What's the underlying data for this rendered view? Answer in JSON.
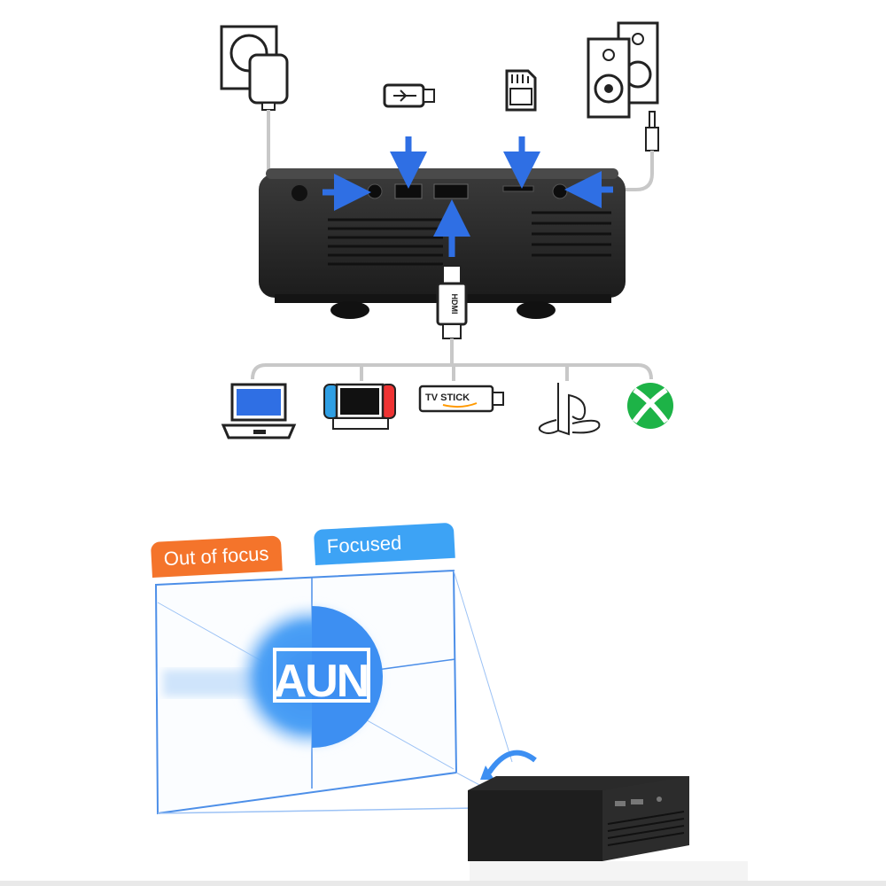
{
  "connections": {
    "hdmi_connector_label": "HDMI",
    "tv_stick_label": "TV STICK",
    "sources": [
      "laptop-icon",
      "nintendo-switch-icon",
      "tv-stick-icon",
      "playstation-icon",
      "xbox-icon"
    ],
    "ports": [
      "power-adapter-icon",
      "usb-drive-icon",
      "sd-card-icon",
      "speakers-icon",
      "hdmi-cable-icon"
    ],
    "arrow_color": "#2f6fe4"
  },
  "focus": {
    "out_of_focus_label": "Out of focus",
    "focused_label": "Focused",
    "logo_text": "AUN",
    "out_color": "#f4742b",
    "focus_color": "#3da3f5"
  }
}
